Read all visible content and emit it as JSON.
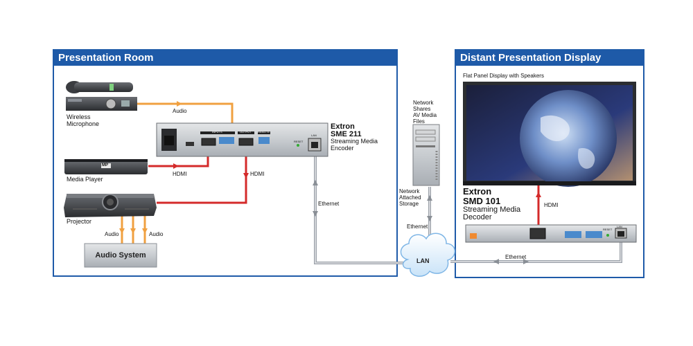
{
  "left_panel": {
    "title": "Presentation Room"
  },
  "right_panel": {
    "title": "Distant Presentation Display"
  },
  "devices": {
    "wireless_mic": "Wireless\nMicrophone",
    "media_player": "Media Player",
    "projector": "Projector",
    "audio_system": "Audio System",
    "encoder_brand": "Extron",
    "encoder_model": "SME 211",
    "encoder_desc": "Streaming Media\nEncoder",
    "nas_top": "Network\nShares\nAV Media\nFiles",
    "nas_bottom": "Network\nAttached\nStorage",
    "flat_panel": "Flat Panel Display with Speakers",
    "decoder_brand": "Extron",
    "decoder_model": "SMD 101",
    "decoder_desc": "Streaming Media\nDecoder",
    "lan": "LAN",
    "mp_badge": "MP"
  },
  "connections": {
    "audio_mic": "Audio",
    "hdmi_player": "HDMI",
    "hdmi_encoder_out": "HDMI",
    "ethernet_encoder": "Ethernet",
    "audio_proj_1": "Audio",
    "audio_proj_2": "Audio",
    "ethernet_nas": "Ethernet",
    "ethernet_decoder": "Ethernet",
    "hdmi_decoder": "HDMI"
  },
  "panel_labels": {
    "enc_inputs": "INPUTS",
    "enc_output": "OUTPUT",
    "enc_remote": "REMOTE",
    "enc_reset": "RESET",
    "enc_lan": "LAN",
    "dec_lan": "LAN",
    "dec_reset": "RESET"
  },
  "colors": {
    "panel_blue": "#1e5aa8",
    "audio_cable": "#f0a040",
    "hdmi_cable": "#d42a2a",
    "ethernet_cable": "#9aa0a8"
  }
}
